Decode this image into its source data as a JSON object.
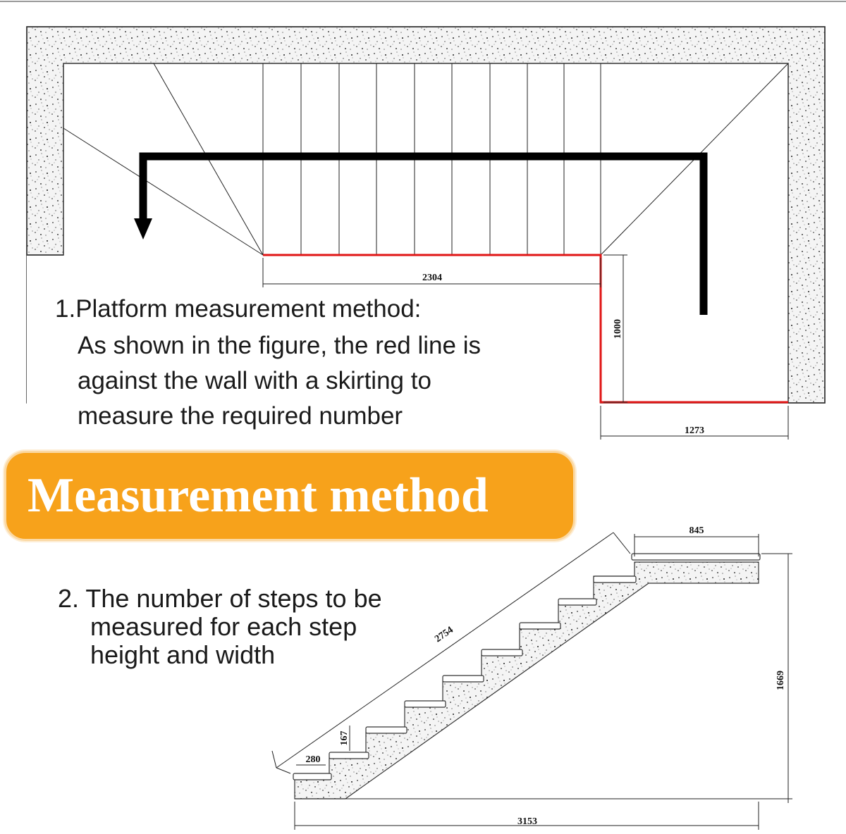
{
  "plan": {
    "title": "1.Platform measurement method:",
    "description_lines": [
      "As shown in the figure, the red line is",
      "against the wall with a skirting to",
      "measure the required number"
    ],
    "dimensions": {
      "run": "2304",
      "landing_depth": "1000",
      "landing_width": "1273"
    }
  },
  "banner": {
    "label": "Measurement method",
    "color": "#f7a21b"
  },
  "steps": {
    "description_lines": [
      "2. The number of steps to be",
      "measured for each step",
      "height and width"
    ],
    "dimensions": {
      "top_landing": "845",
      "slope_length": "2754",
      "total_height": "1669",
      "step_height": "167",
      "step_width": "280",
      "total_run": "3153"
    }
  },
  "colors": {
    "red_line": "#e01515",
    "arrow": "#000000"
  }
}
